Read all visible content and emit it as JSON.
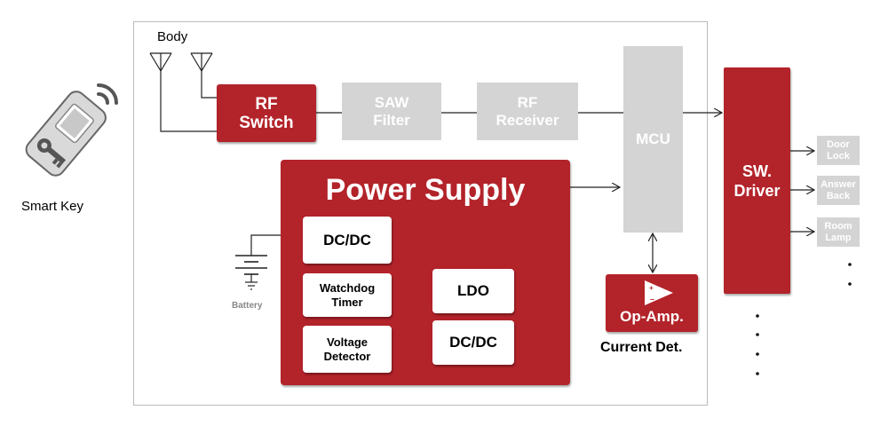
{
  "labels": {
    "body": "Body",
    "smart_key": "Smart Key",
    "battery": "Battery",
    "current_det": "Current Det."
  },
  "blocks": {
    "rf_switch": "RF\nSwitch",
    "saw_filter": "SAW\nFilter",
    "rf_receiver": "RF\nReceiver",
    "mcu": "MCU",
    "sw_driver": "SW.\nDriver",
    "power_supply": "Power Supply",
    "dcdc_main": "DC/DC",
    "watchdog_timer": "Watchdog\nTimer",
    "voltage_detector": "Voltage\nDetector",
    "ldo": "LDO",
    "dcdc_secondary": "DC/DC",
    "op_amp": "Op-Amp."
  },
  "outputs": [
    "Door\nLock",
    "Answer\nBack",
    "Room\nLamp"
  ],
  "colors": {
    "accent_red": "#b3232a",
    "inactive_gray": "#d4d4d4",
    "line": "#222222",
    "frame": "#bbbbbb"
  }
}
